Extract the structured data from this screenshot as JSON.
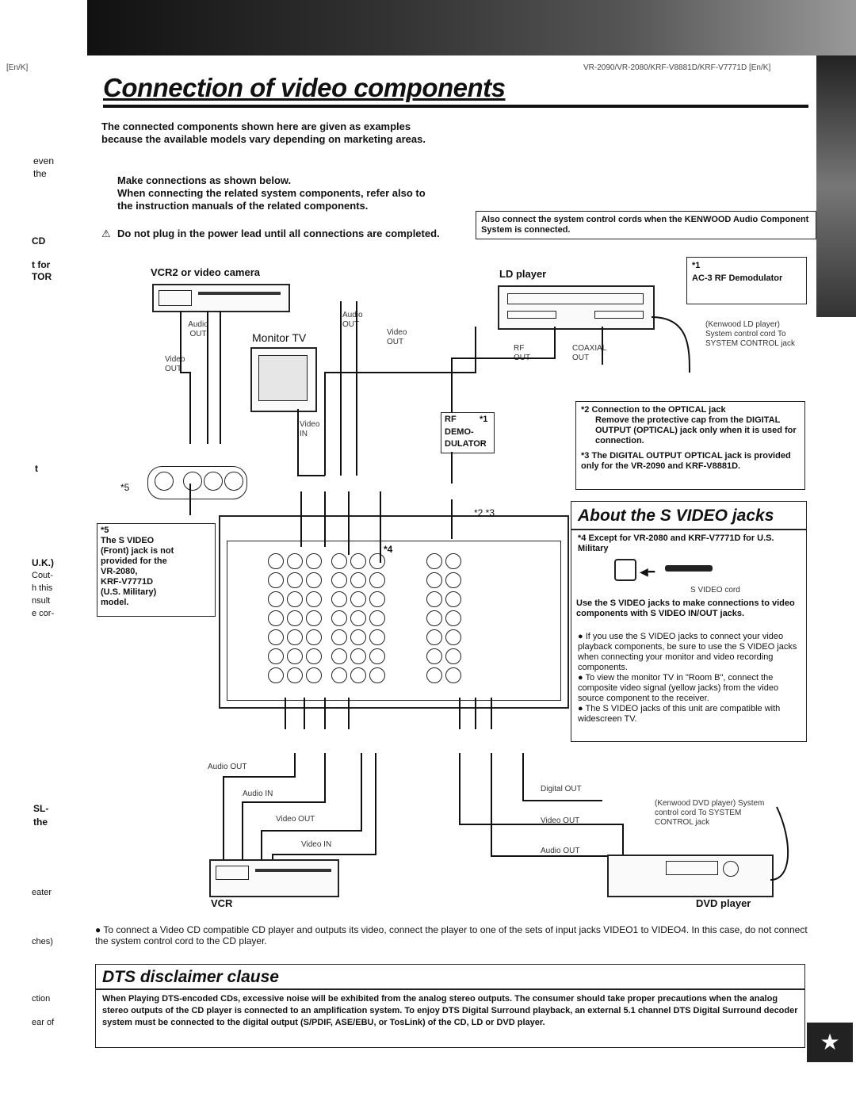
{
  "header": {
    "left_code": "[En/K]",
    "right_code": "VR-2090/VR-2080/KRF-V8881D/KRF-V7771D [En/K]",
    "title": "Connection of video components"
  },
  "margin_fragments": [
    "even",
    "the",
    "CD",
    "t for",
    "TOR",
    "t",
    "U.K.)",
    "Cout-",
    "h this",
    "nsult",
    "e cor-",
    "SL-",
    "the",
    "eater",
    "ches)",
    "ction",
    "ear of"
  ],
  "intro": {
    "para1": "The connected components shown here are given as examples because the available models vary depending on marketing areas.",
    "para2_line1": "Make connections as shown below.",
    "para2_rest": "When connecting the related system components, refer also to the instruction manuals of the related components.",
    "warning": "Do not plug in the power lead until all connections are completed."
  },
  "system_note": "Also connect the system control cords when the KENWOOD Audio Component System is connected.",
  "note1": {
    "mark": "*1",
    "text": "AC-3 RF Demodulator"
  },
  "devices": {
    "vcr2": "VCR2 or video camera",
    "monitor": "Monitor TV",
    "ld": "LD player",
    "rf_demod_mark": "*1",
    "rf_demod_lines": [
      "RF",
      "DEMO-",
      "DULATOR"
    ],
    "vcr": "VCR",
    "dvd": "DVD player"
  },
  "labels": {
    "audio_out_1": "Audio OUT",
    "video_out_1": "Video OUT",
    "audio_out_2": "Audio OUT",
    "video_out_2": "Video OUT",
    "video_in": "Video IN",
    "rf_out": "RF OUT",
    "coaxial_out": "COAXIAL OUT",
    "kenwood_ld": "(Kenwood LD player) System control cord To SYSTEM CONTROL jack",
    "vcr_audio_out": "Audio OUT",
    "vcr_audio_in": "Audio IN",
    "vcr_video_out": "Video OUT",
    "vcr_video_in": "Video IN",
    "digital_out": "Digital OUT",
    "dvd_video_out": "Video OUT",
    "dvd_audio_out": "Audio OUT",
    "kenwood_dvd": "(Kenwood DVD player) System control cord To SYSTEM CONTROL jack",
    "mark5": "*5",
    "mark4": "*4",
    "mark23": "*2  *3"
  },
  "note5": {
    "mark": "*5",
    "lines": [
      "The S VIDEO",
      "(Front) jack is not",
      "provided for the",
      "VR-2080,",
      "KRF-V7771D",
      "(U.S. Military)",
      "model."
    ]
  },
  "note2": {
    "mark": "*2",
    "title": "Connection to the OPTICAL jack",
    "text": "Remove the protective cap from the DIGITAL OUTPUT (OPTICAL) jack only when it is used for connection."
  },
  "note3": {
    "mark": "*3",
    "text": "The DIGITAL OUTPUT OPTICAL jack is provided only for the VR-2090 and KRF-V8881D."
  },
  "svideo": {
    "heading": "About the S VIDEO jacks",
    "note4": "*4 Except for VR-2080 and KRF-V7771D for U.S. Military",
    "cord_label": "S VIDEO cord",
    "bold_note": "Use the S VIDEO jacks to make connections to video components with S VIDEO IN/OUT jacks.",
    "bullets": [
      "If you use the S VIDEO jacks to connect your video playback components, be sure to use the S VIDEO jacks when connecting your monitor and video recording components.",
      "To view the monitor TV in \"Room B\", connect the composite video signal (yellow jacks) from the video source component to the receiver.",
      "The S VIDEO jacks of this unit are compatible with widescreen TV."
    ]
  },
  "cd_note": "To connect a Video CD compatible CD player and outputs its video, connect the player to one of the sets of input jacks VIDEO1 to VIDEO4. In this case, do not connect the system control cord to the CD player.",
  "dts": {
    "heading": "DTS disclaimer clause",
    "text": "When Playing DTS-encoded CDs, excessive noise will be exhibited from the analog stereo outputs. The consumer should take proper precautions when the analog stereo outputs of the CD player is connected to an amplification system. To enjoy DTS Digital Surround playback, an external 5.1 channel DTS Digital Surround decoder system must be connected to the digital output (S/PDIF, ASE/EBU, or TosLink) of the CD, LD or DVD player."
  }
}
